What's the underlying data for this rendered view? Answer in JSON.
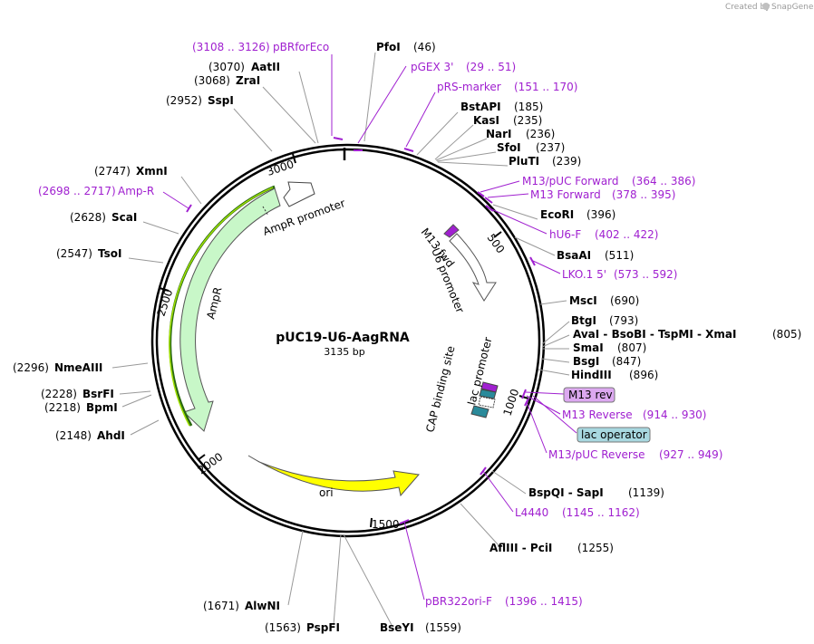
{
  "credit": {
    "prefix": "Created by",
    "brand": "SnapGene"
  },
  "plasmid": {
    "name": "pUC19-U6-AagRNA",
    "length_label": "3135 bp"
  },
  "scale": [
    {
      "label": "500"
    },
    {
      "label": "1000"
    },
    {
      "label": "1500"
    },
    {
      "label": "2000"
    },
    {
      "label": "2500"
    },
    {
      "label": "3000"
    }
  ],
  "features": {
    "ampr": "AmpR",
    "ampr_promoter": "AmpR promoter",
    "ori": "ori",
    "u6_promoter": "U6 promoter",
    "m13_fwd": "M13 fwd",
    "lac_promoter": "lac promoter",
    "cap_site": "CAP binding site"
  },
  "enzymes": [
    {
      "name": "PfoI",
      "pos": "(46)"
    },
    {
      "name": "AatII",
      "pos": "(3070)"
    },
    {
      "name": "ZraI",
      "pos": "(3068)"
    },
    {
      "name": "SspI",
      "pos": "(2952)"
    },
    {
      "name": "BstAPI",
      "pos": "(185)"
    },
    {
      "name": "KasI",
      "pos": "(235)"
    },
    {
      "name": "NarI",
      "pos": "(236)"
    },
    {
      "name": "SfoI",
      "pos": "(237)"
    },
    {
      "name": "PluTI",
      "pos": "(239)"
    },
    {
      "name": "XmnI",
      "pos": "(2747)"
    },
    {
      "name": "EcoRI",
      "pos": "(396)"
    },
    {
      "name": "ScaI",
      "pos": "(2628)"
    },
    {
      "name": "BsaAI",
      "pos": "(511)"
    },
    {
      "name": "TsoI",
      "pos": "(2547)"
    },
    {
      "name": "MscI",
      "pos": "(690)"
    },
    {
      "name": "BtgI",
      "pos": "(793)"
    },
    {
      "name": "AvaI - BsoBI - TspMI - XmaI",
      "pos": "(805)"
    },
    {
      "name": "SmaI",
      "pos": "(807)"
    },
    {
      "name": "BsgI",
      "pos": "(847)"
    },
    {
      "name": "HindIII",
      "pos": "(896)"
    },
    {
      "name": "NmeAIII",
      "pos": "(2296)"
    },
    {
      "name": "BsrFI",
      "pos": "(2228)"
    },
    {
      "name": "BpmI",
      "pos": "(2218)"
    },
    {
      "name": "AhdI",
      "pos": "(2148)"
    },
    {
      "name": "BspQI - SapI",
      "pos": "(1139)"
    },
    {
      "name": "AflIII - PciI",
      "pos": "(1255)"
    },
    {
      "name": "AlwNI",
      "pos": "(1671)"
    },
    {
      "name": "PspFI",
      "pos": "(1563)"
    },
    {
      "name": "BseYI",
      "pos": "(1559)"
    }
  ],
  "primers": [
    {
      "name": "pBRforEco",
      "range": "(3108 .. 3126)"
    },
    {
      "name": "pGEX 3'",
      "range": "(29 .. 51)"
    },
    {
      "name": "pRS-marker",
      "range": "(151 .. 170)"
    },
    {
      "name": "M13/pUC Forward",
      "range": "(364 .. 386)"
    },
    {
      "name": "M13 Forward",
      "range": "(378 .. 395)"
    },
    {
      "name": "Amp-R",
      "range": "(2698 .. 2717)"
    },
    {
      "name": "hU6-F",
      "range": "(402 .. 422)"
    },
    {
      "name": "LKO.1 5'",
      "range": "(573 .. 592)"
    },
    {
      "name": "M13 Reverse",
      "range": "(914 .. 930)"
    },
    {
      "name": "M13/pUC Reverse",
      "range": "(927 .. 949)"
    },
    {
      "name": "L4440",
      "range": "(1145 .. 1162)"
    },
    {
      "name": "pBR322ori-F",
      "range": "(1396 .. 1415)"
    }
  ],
  "boxed_features": [
    {
      "name": "M13 rev",
      "color": "#dca8f0"
    },
    {
      "name": "lac operator",
      "color": "#a8d8e0"
    }
  ],
  "colors": {
    "primer": "#a020d0",
    "ampr": "#c8f7c8",
    "ori": "#ffff00",
    "backbone": "#000000"
  }
}
